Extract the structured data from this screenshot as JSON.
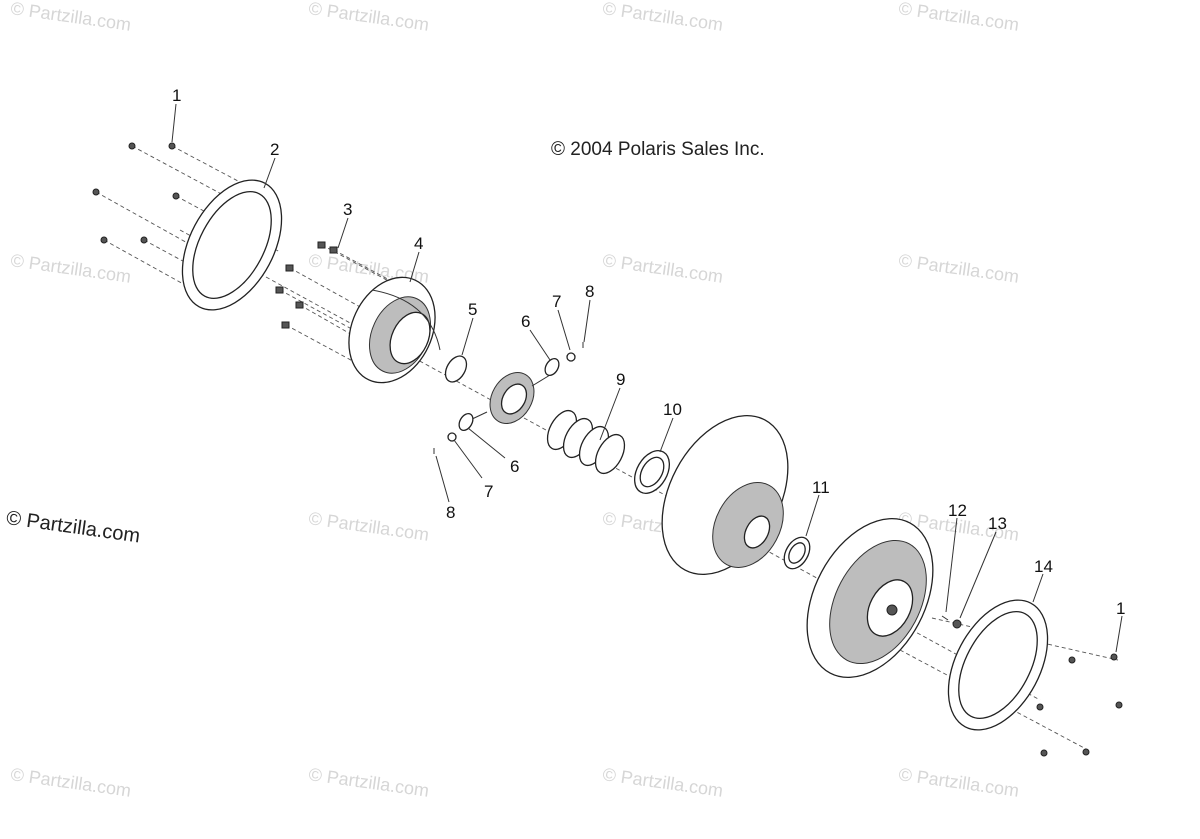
{
  "diagram": {
    "copyright": "© 2004 Polaris Sales Inc.",
    "side_credit": "© Partzilla.com",
    "watermark": "© Partzilla.com",
    "callouts": [
      {
        "id": "c1a",
        "label": "1"
      },
      {
        "id": "c2",
        "label": "2"
      },
      {
        "id": "c3",
        "label": "3"
      },
      {
        "id": "c4",
        "label": "4"
      },
      {
        "id": "c5",
        "label": "5"
      },
      {
        "id": "c6a",
        "label": "6"
      },
      {
        "id": "c7a",
        "label": "7"
      },
      {
        "id": "c8a",
        "label": "8"
      },
      {
        "id": "c9",
        "label": "9"
      },
      {
        "id": "c6b",
        "label": "6"
      },
      {
        "id": "c7b",
        "label": "7"
      },
      {
        "id": "c8b",
        "label": "8"
      },
      {
        "id": "c10",
        "label": "10"
      },
      {
        "id": "c11",
        "label": "11"
      },
      {
        "id": "c12",
        "label": "12"
      },
      {
        "id": "c13",
        "label": "13"
      },
      {
        "id": "c14",
        "label": "14"
      },
      {
        "id": "c1b",
        "label": "1"
      }
    ]
  }
}
